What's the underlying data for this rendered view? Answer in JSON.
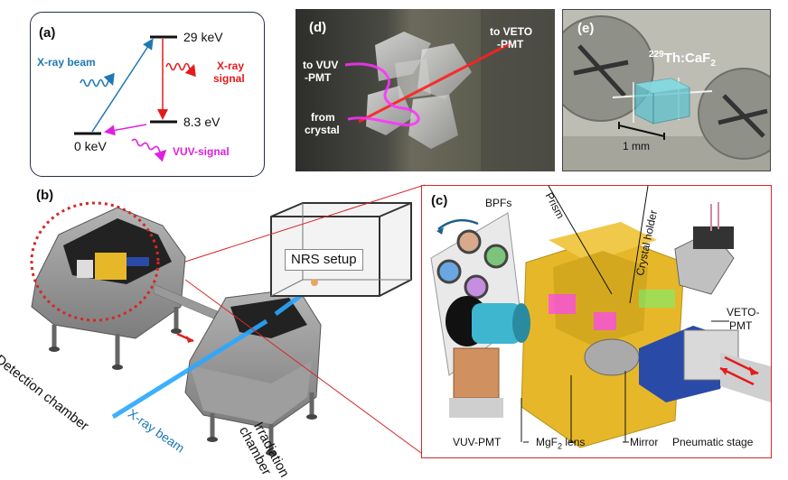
{
  "panels": {
    "a": {
      "label": "(a)",
      "level_high": "29 keV",
      "level_mid": "8.3 eV",
      "level_low": "0 keV",
      "xray_beam": "X-ray beam",
      "xray_signal_line1": "X-ray",
      "xray_signal_line2": "signal",
      "vuv_signal": "VUV-signal"
    },
    "b": {
      "label": "(b)",
      "nrs_setup": "NRS setup",
      "detection_chamber": "Detection chamber",
      "irradiation_line1": "Irradiation",
      "irradiation_line2": "chamber",
      "xray_beam": "X-ray beam"
    },
    "c": {
      "label": "(c)",
      "bpfs": "BPFs",
      "prism": "Prism",
      "crystal_holder": "Crystal holder",
      "veto_pmt_line1": "VETO-",
      "veto_pmt_line2": "PMT",
      "vuv_pmt": "VUV-PMT",
      "mgf2_lens_pre": "MgF",
      "mgf2_lens_sub": "2",
      "mgf2_lens_post": " lens",
      "mirror": "Mirror",
      "pneumatic_stage": "Pneumatic stage"
    },
    "d": {
      "label": "(d)",
      "to_veto_line1": "to VETO",
      "to_veto_line2": "-PMT",
      "to_vuv_line1": "to VUV",
      "to_vuv_line2": "-PMT",
      "from_crystal_line1": "from",
      "from_crystal_line2": "crystal"
    },
    "e": {
      "label": "(e)",
      "isotope_sup": "229",
      "isotope_main": "Th:CaF",
      "isotope_sub": "2",
      "scale": "1 mm"
    }
  },
  "colors": {
    "xray_blue": "#1f78b4",
    "signal_red": "#e41a1c",
    "vuv_magenta": "#e020e0",
    "frame_red": "#d62728",
    "chamber_gray": "#8c8c8c",
    "gold": "#e6b829"
  }
}
